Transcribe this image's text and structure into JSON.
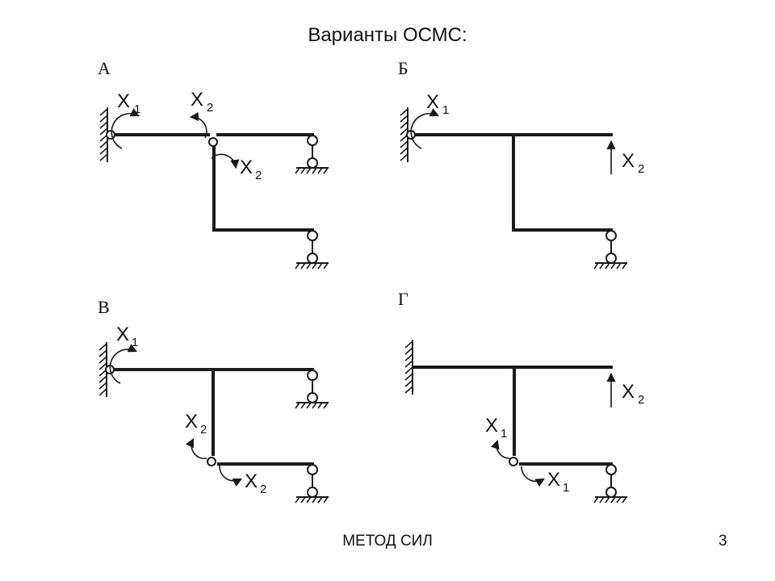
{
  "title": "Варианты ОСМС:",
  "footer": "МЕТОД СИЛ",
  "page_number": "3",
  "variants": {
    "a": {
      "label": "А"
    },
    "b": {
      "label": "Б"
    },
    "v": {
      "label": "В"
    },
    "g": {
      "label": "Г"
    }
  },
  "unknowns": {
    "x": "X",
    "sub1": "1",
    "sub2": "2"
  }
}
